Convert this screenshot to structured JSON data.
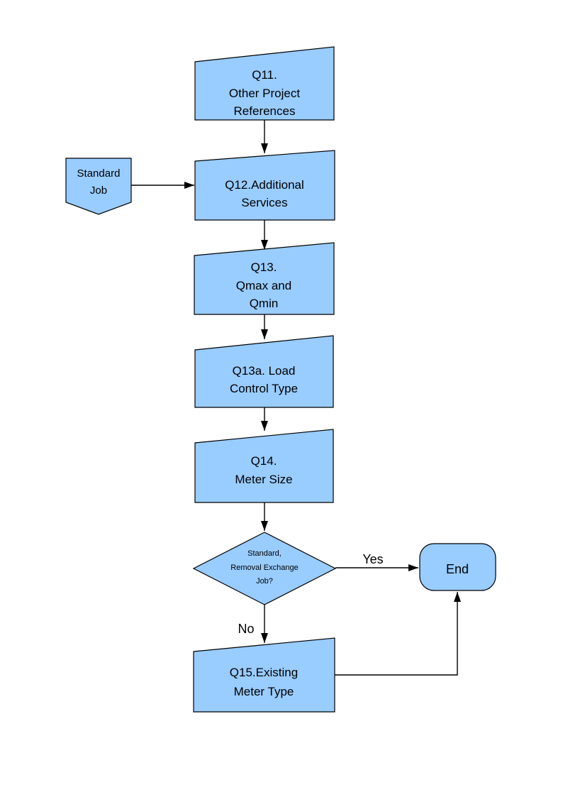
{
  "colors": {
    "shape_fill": "#99CCFF",
    "shape_stroke": "#000000",
    "label_text": "#000000",
    "page_background": "#FFFFFF"
  },
  "nodes": {
    "q11": {
      "lines": [
        "Q11.",
        "Other Project",
        "References"
      ]
    },
    "standard_job": {
      "lines": [
        "Standard",
        "Job"
      ]
    },
    "q12": {
      "lines": [
        "Q12.Additional",
        "Services"
      ]
    },
    "q13": {
      "lines": [
        "Q13.",
        "Qmax and",
        "Qmin"
      ]
    },
    "q13a": {
      "lines": [
        "Q13a. Load",
        "Control Type"
      ]
    },
    "q14": {
      "lines": [
        "Q14.",
        "Meter Size"
      ]
    },
    "decision": {
      "lines": [
        "Standard,",
        "Removal Exchange",
        "Job?"
      ]
    },
    "q15": {
      "lines": [
        "Q15.Existing",
        "Meter Type"
      ]
    },
    "end": {
      "label": "End"
    }
  },
  "edge_labels": {
    "yes": "Yes",
    "no": "No"
  }
}
